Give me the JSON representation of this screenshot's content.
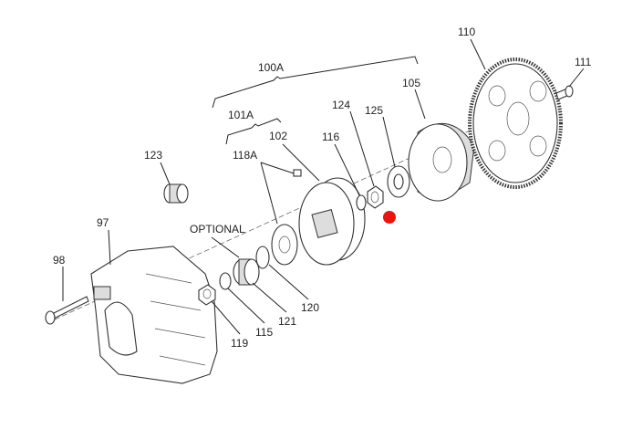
{
  "labels": {
    "p110": "110",
    "p111": "111",
    "p100A": "100A",
    "p105": "105",
    "p124": "124",
    "p125": "125",
    "p101A": "101A",
    "p102": "102",
    "p116": "116",
    "p118A": "118A",
    "p123": "123",
    "p97": "97",
    "optional": "OPTIONAL",
    "p98": "98",
    "p120": "120",
    "p121": "121",
    "p115": "115",
    "p119": "119"
  },
  "marker_color": "#e8150f"
}
